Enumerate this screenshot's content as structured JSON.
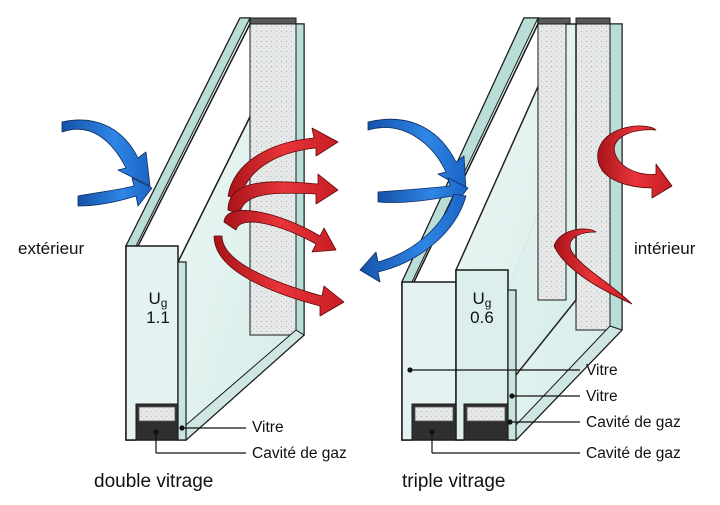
{
  "labels": {
    "exterior": "extérieur",
    "interior": "intérieur"
  },
  "double": {
    "caption": "double vitrage",
    "u_symbol": "U",
    "u_sub": "g",
    "u_value": "1.1",
    "legend": [
      "Vitre",
      "Cavité de gaz"
    ]
  },
  "triple": {
    "caption": "triple vitrage",
    "u_symbol": "U",
    "u_sub": "g",
    "u_value": "0.6",
    "legend": [
      "Vitre",
      "Vitre",
      "Cavité de gaz",
      "Cavité de gaz"
    ]
  },
  "colors": {
    "glass_front": "#dff0ee",
    "glass_edge": "#b9ddd7",
    "gas_cavity": "#e9ecec",
    "spacer": "#3a3a3a",
    "heat_loss": "#d9242b",
    "solar_gain": "#1f6fd1",
    "outline": "#1a1a1a"
  }
}
